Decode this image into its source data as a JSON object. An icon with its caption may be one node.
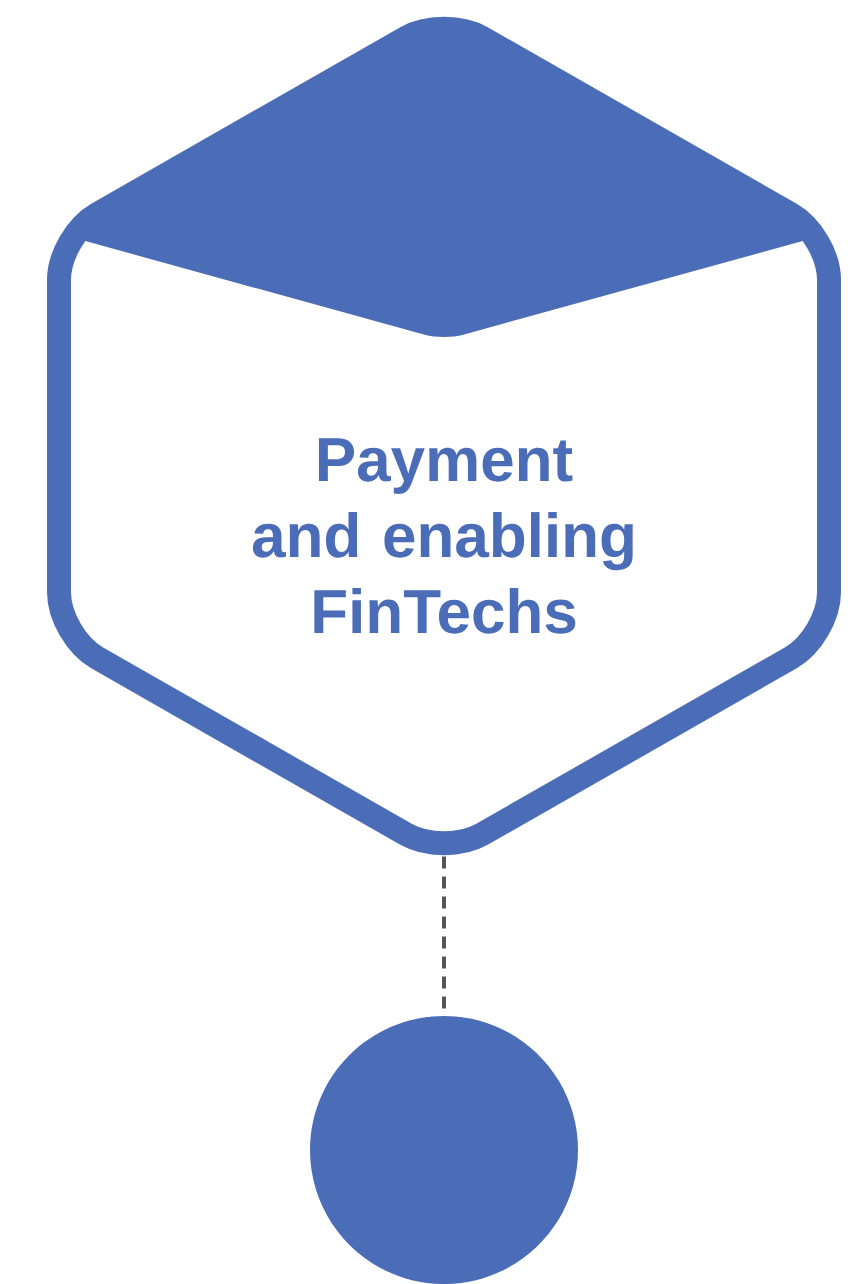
{
  "diagram": {
    "nodes": [
      {
        "text": [
          "Payment and enabling FinTechs"
        ]
      },
      {
        "text": [],
        "shape": "circle"
      }
    ],
    "edges": [
      {
        "from": 0,
        "to": 1,
        "arrow": "none",
        "style": "dashed",
        "color": "#555555"
      }
    ]
  }
}
